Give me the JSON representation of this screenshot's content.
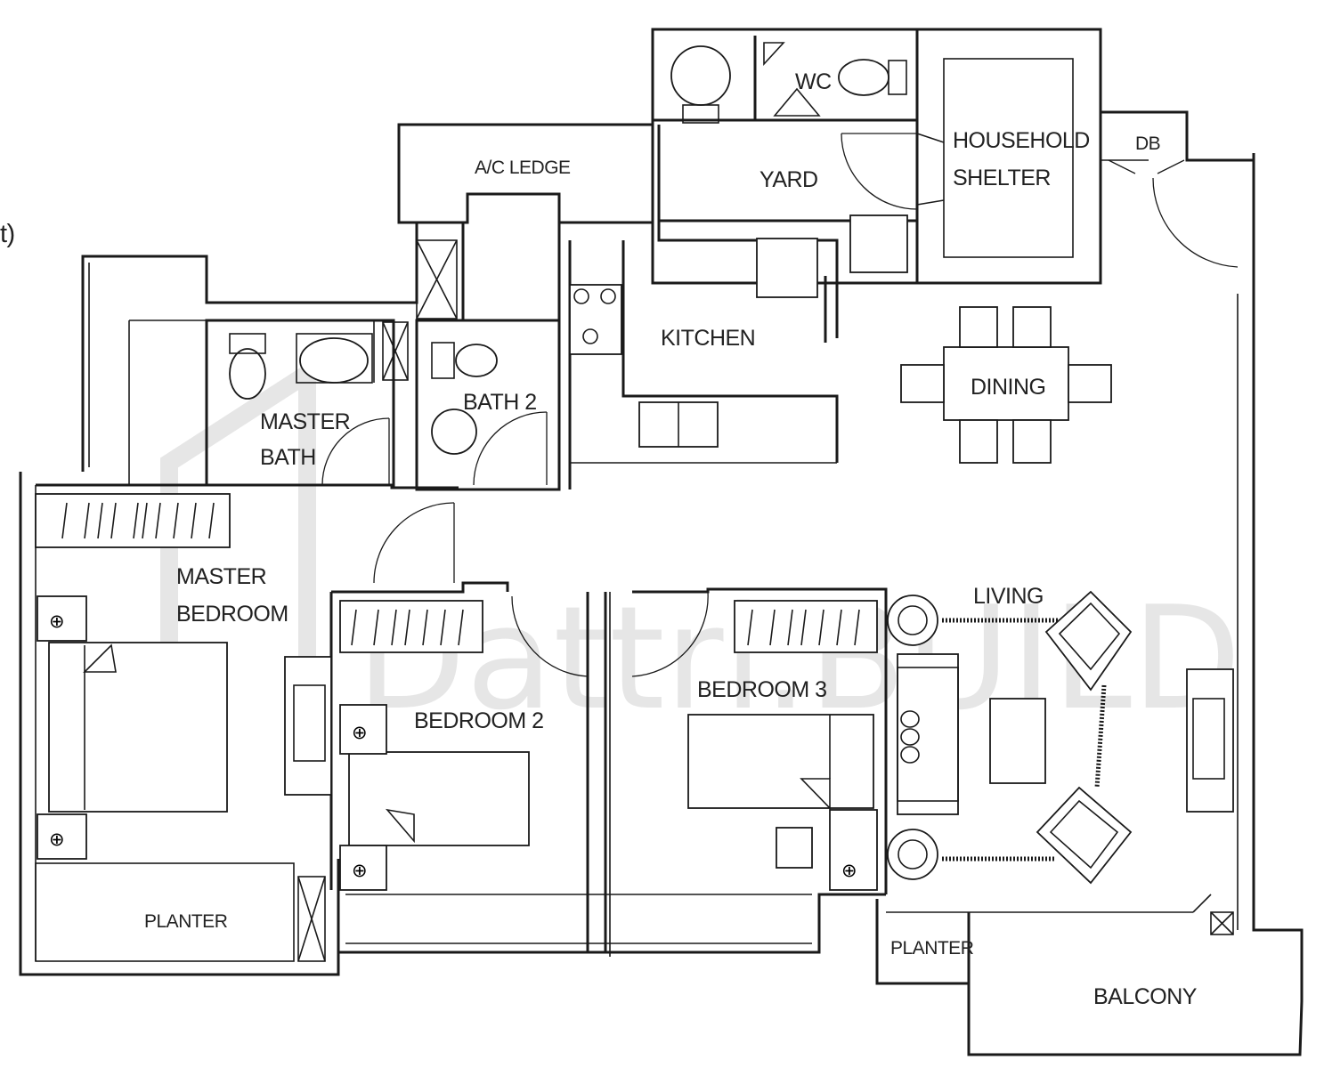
{
  "page": {
    "edge_text": "t)"
  },
  "watermark": {
    "text": "Dattri.BUILD"
  },
  "rooms": {
    "wc": "WC",
    "household_shelter_line1": "HOUSEHOLD",
    "household_shelter_line2": "SHELTER",
    "db": "DB",
    "ac_ledge": "A/C LEDGE",
    "yard": "YARD",
    "kitchen": "KITCHEN",
    "dining": "DINING",
    "master_bath_line1": "MASTER",
    "master_bath_line2": "BATH",
    "bath2": "BATH 2",
    "master_bedroom_line1": "MASTER",
    "master_bedroom_line2": "BEDROOM",
    "bedroom2": "BEDROOM 2",
    "bedroom3": "BEDROOM 3",
    "living": "LIVING",
    "planter_left": "PLANTER",
    "planter_right": "PLANTER",
    "balcony": "BALCONY"
  },
  "colors": {
    "line": "#1a1a1a",
    "watermark": "#c8c8c8",
    "background": "#ffffff"
  }
}
